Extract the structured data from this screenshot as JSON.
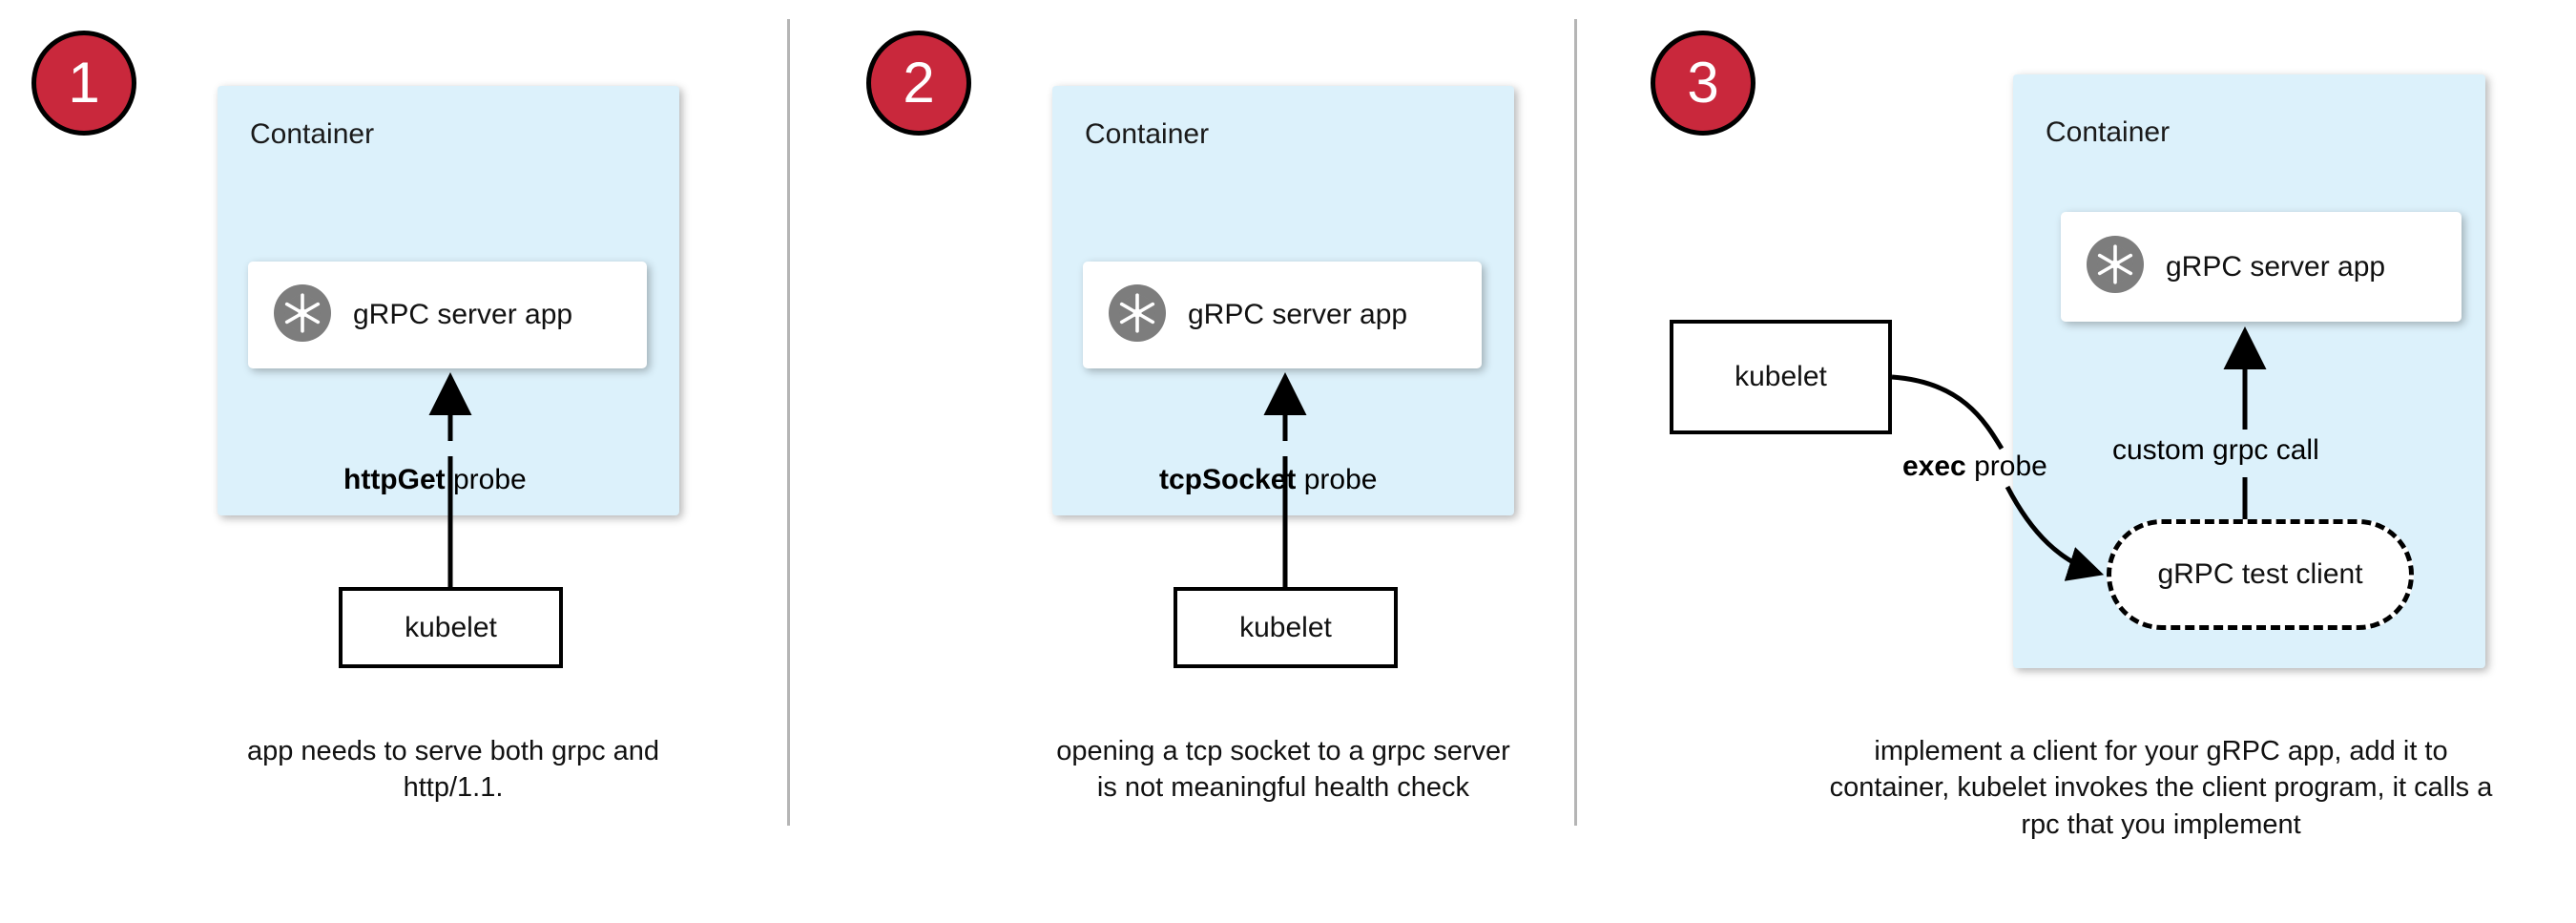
{
  "figure": {
    "title": "gRPC health check probe approaches",
    "accent_color": "#c9283c",
    "container_fill": "#dcf1fb",
    "divider_color": "#b5b5b5"
  },
  "panels": [
    {
      "badge": "1",
      "container_label": "Container",
      "app_label": "gRPC server app",
      "app_icon": "grpc-shutter-icon",
      "probe_label_strong": "httpGet",
      "probe_label_rest": " probe",
      "kubelet_label": "kubelet",
      "caption": "app needs to serve both grpc and http/1.1."
    },
    {
      "badge": "2",
      "container_label": "Container",
      "app_label": "gRPC server app",
      "app_icon": "grpc-shutter-icon",
      "probe_label_strong": "tcpSocket",
      "probe_label_rest": " probe",
      "kubelet_label": "kubelet",
      "caption": "opening a tcp socket to a grpc server is not meaningful health check"
    },
    {
      "badge": "3",
      "container_label": "Container",
      "app_label": "gRPC server app",
      "app_icon": "grpc-shutter-icon",
      "probe_label_strong": "exec",
      "probe_label_rest": " probe",
      "kubelet_label": "kubelet",
      "test_client_label": "gRPC test client",
      "call_label": "custom grpc call",
      "caption": "implement a client for your gRPC app, add it to container, kubelet invokes the client program, it calls a rpc that you implement"
    }
  ]
}
